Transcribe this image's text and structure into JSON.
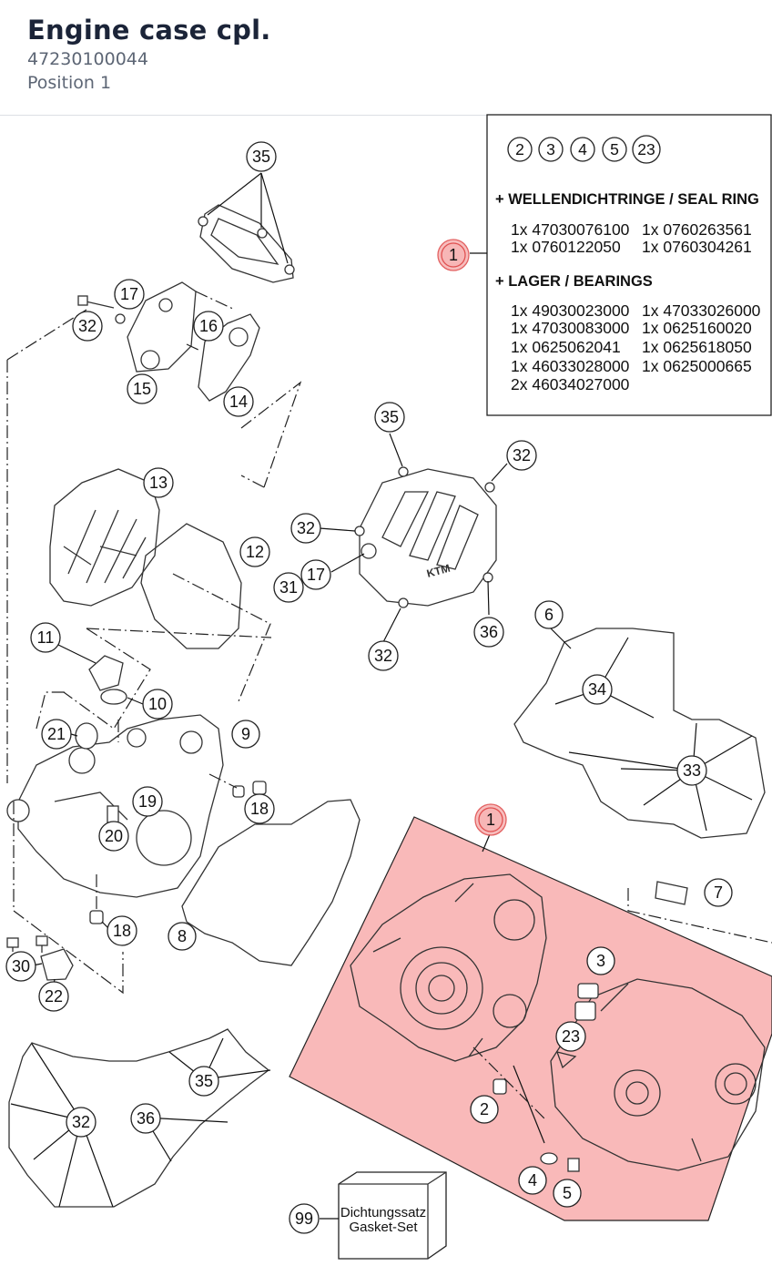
{
  "header": {
    "title": "Engine case cpl.",
    "part_number": "47230100044",
    "position": "Position 1"
  },
  "legend_box": {
    "included_positions": [
      "2",
      "3",
      "4",
      "5",
      "23"
    ],
    "seal_ring_heading": "+ WELLENDICHTRINGE / SEAL RING",
    "seal_ring_items": [
      [
        "1x 47030076100",
        "1x 0760263561"
      ],
      [
        "1x 0760122050",
        "1x 0760304261"
      ]
    ],
    "bearings_heading": "+ LAGER / BEARINGS",
    "bearings_items": [
      [
        "1x 49030023000",
        "1x 47033026000"
      ],
      [
        "1x 47030083000",
        "1x 0625160020"
      ],
      [
        "1x 0625062041",
        "1x 0625618050"
      ],
      [
        "1x 46033028000",
        "1x 0625000665"
      ],
      [
        "2x 46034027000",
        ""
      ]
    ]
  },
  "gasket_set": {
    "line1": "Dichtungssatz",
    "line2": "Gasket-Set"
  },
  "callouts": {
    "highlighted": [
      "1",
      "1"
    ],
    "labels": [
      "35",
      "17",
      "16",
      "32",
      "15",
      "14",
      "13",
      "12",
      "35",
      "32",
      "32",
      "17",
      "31",
      "36",
      "32",
      "11",
      "10",
      "21",
      "9",
      "18",
      "19",
      "20",
      "18",
      "8",
      "30",
      "22",
      "6",
      "34",
      "33",
      "3",
      "23",
      "2",
      "4",
      "5",
      "7",
      "35",
      "32",
      "36",
      "99"
    ]
  },
  "colors": {
    "highlight_fill": "#f7b6b6",
    "highlight_stroke": "#e05050",
    "title": "#1b2438",
    "subtitle": "#5d6675"
  }
}
